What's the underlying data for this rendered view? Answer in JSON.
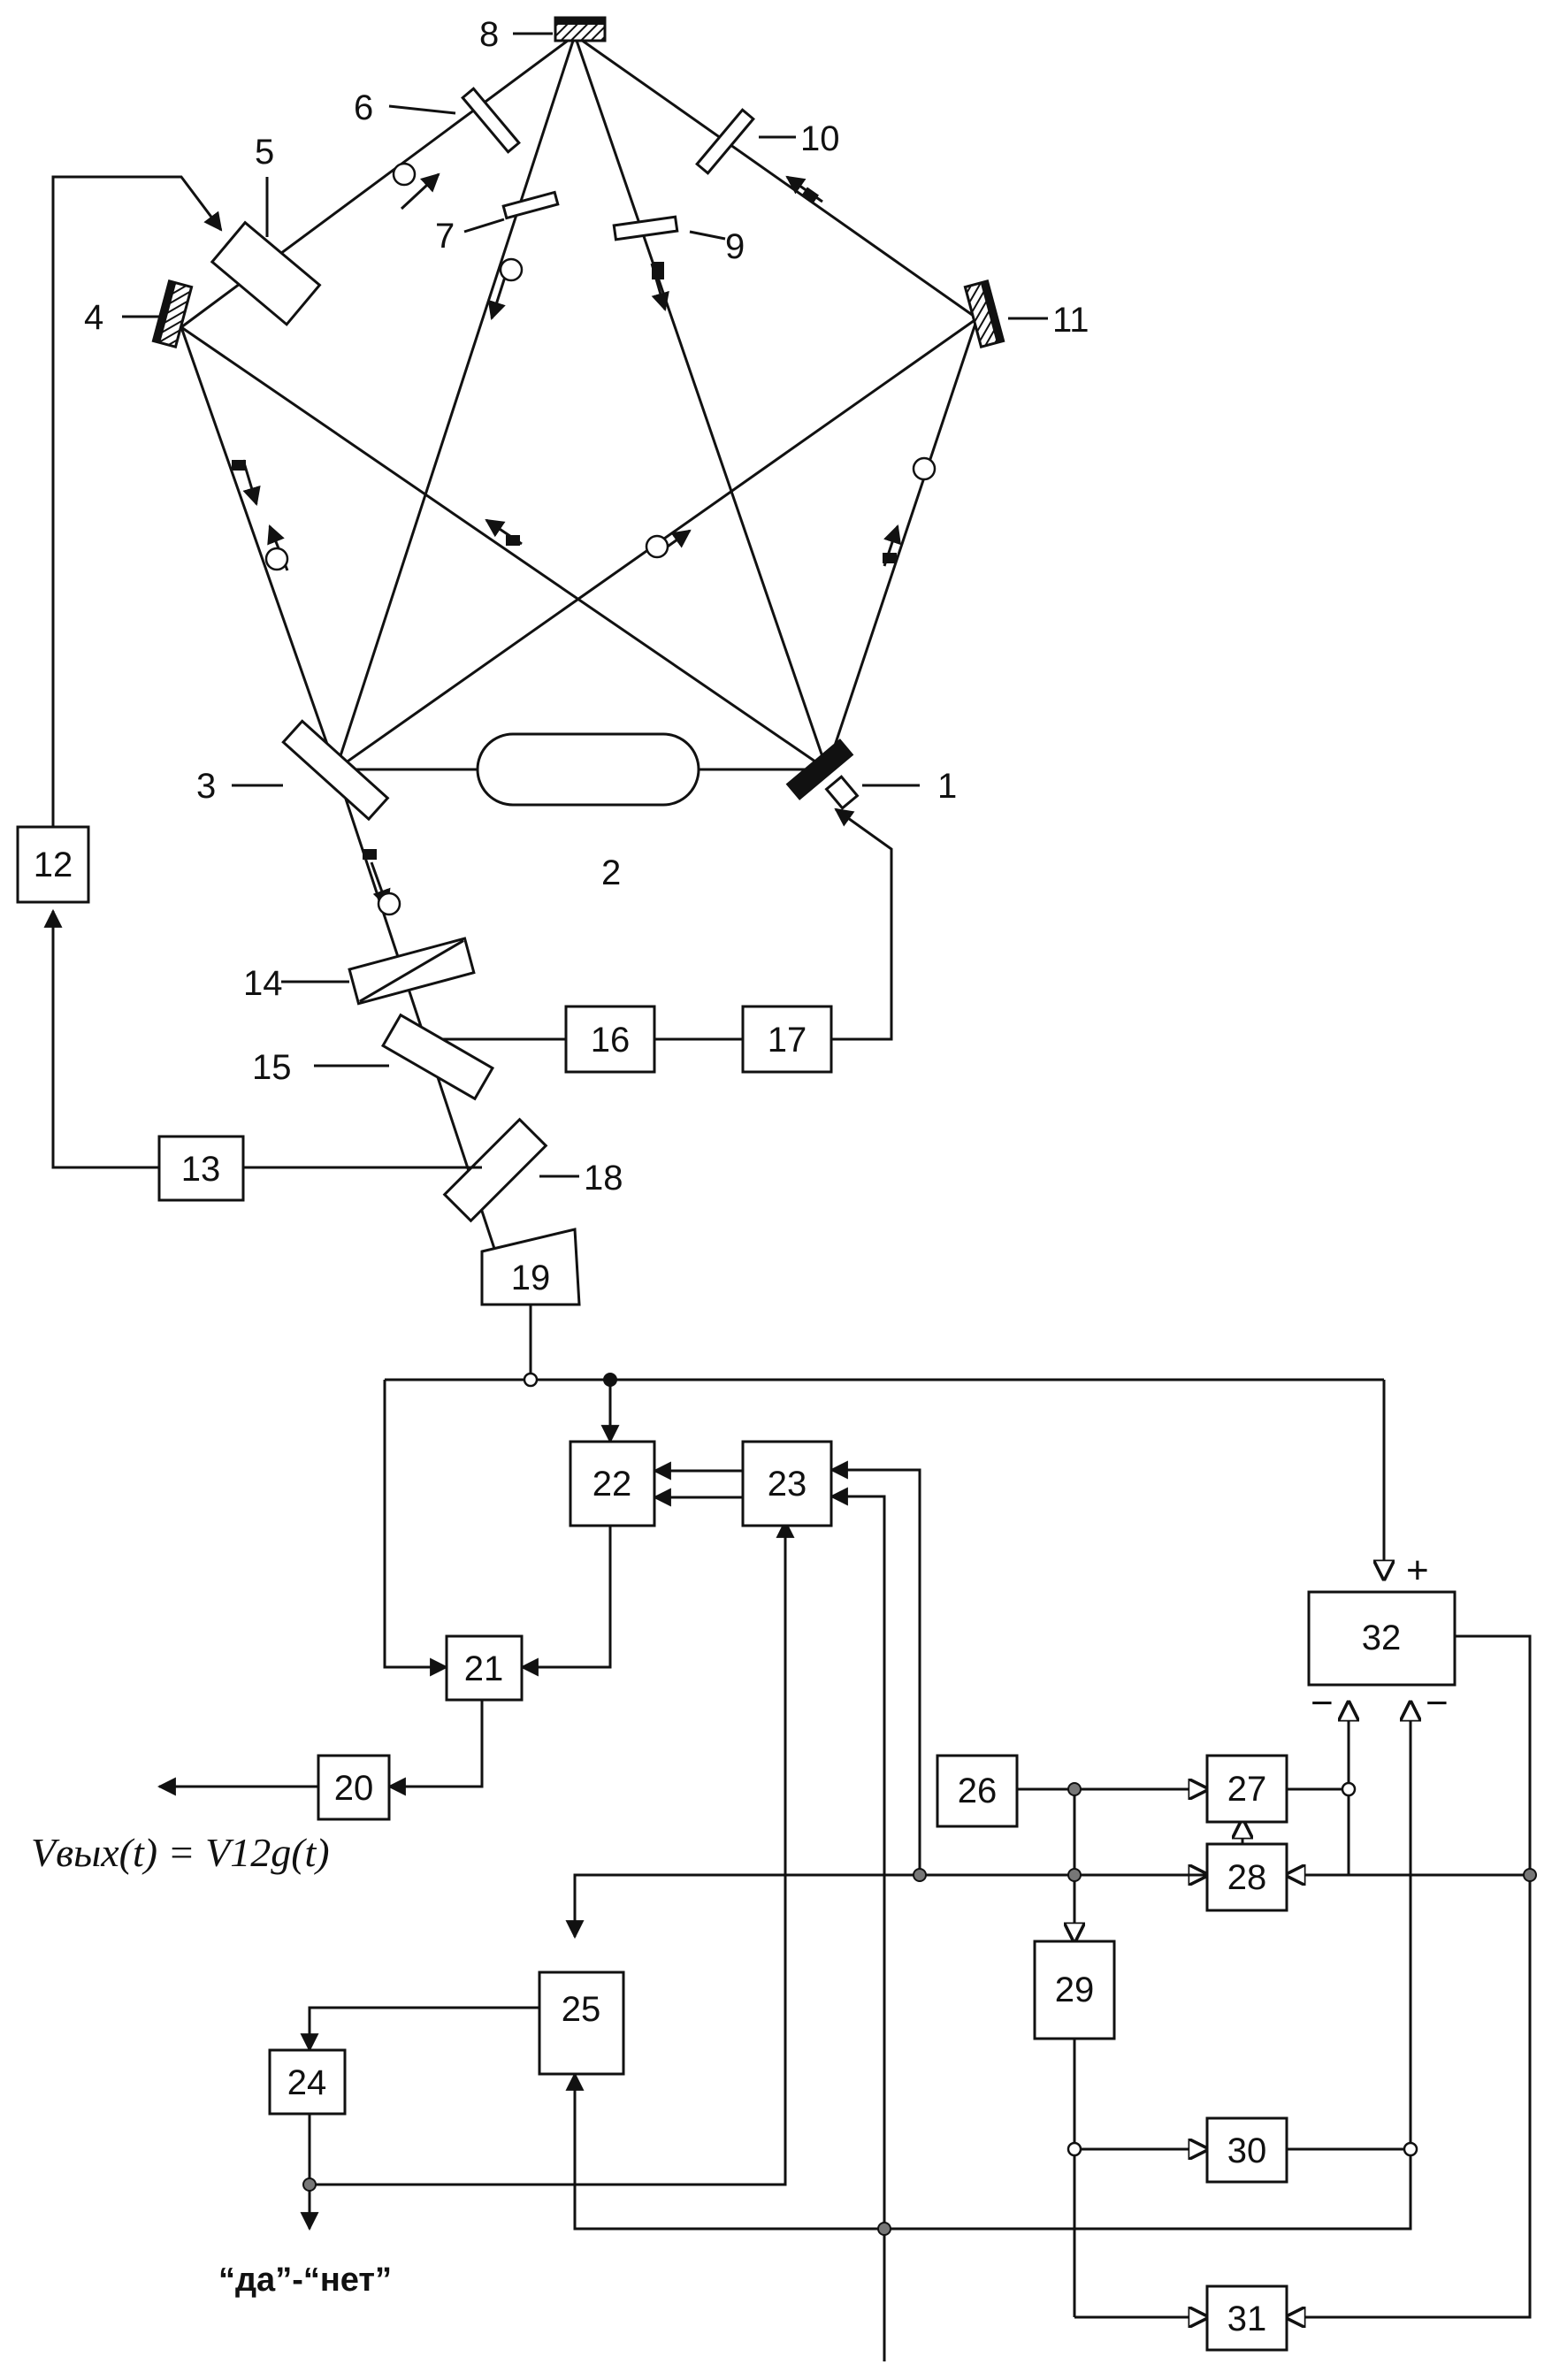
{
  "labels": {
    "n1": "1",
    "n2": "2",
    "n3": "3",
    "n4": "4",
    "n5": "5",
    "n6": "6",
    "n7": "7",
    "n8": "8",
    "n9": "9",
    "n10": "10",
    "n11": "11",
    "n12": "12",
    "n13": "13",
    "n14": "14",
    "n15": "15",
    "n16": "16",
    "n17": "17",
    "n18": "18",
    "n19": "19",
    "n20": "20",
    "n21": "21",
    "n22": "22",
    "n23": "23",
    "n24": "24",
    "n25": "25",
    "n26": "26",
    "n27": "27",
    "n28": "28",
    "n29": "29",
    "n30": "30",
    "n31": "31",
    "n32": "32"
  },
  "output_formula": "Vвых(t) = V12g(t)",
  "decision_output": "“да”-“нет”",
  "signs": {
    "plus": "+",
    "minus_left": "−",
    "minus_right": "−"
  },
  "colors": {
    "stroke": "#111111",
    "background": "#ffffff"
  }
}
